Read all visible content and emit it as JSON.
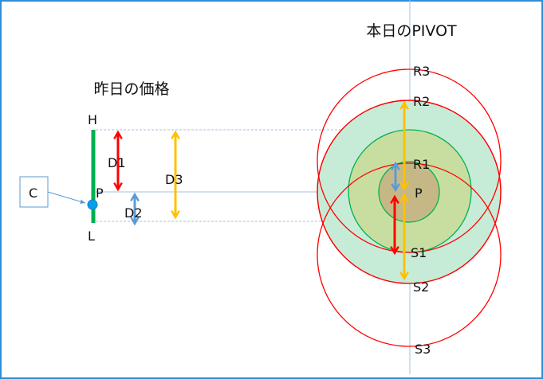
{
  "titles": {
    "today": "本日のPIVOT",
    "yesterday": "昨日の価格"
  },
  "yesterday_labels": {
    "high": "H",
    "low": "L",
    "pivot": "P",
    "close": "C",
    "d1": "D1",
    "d2": "D2",
    "d3": "D3"
  },
  "pivot_labels": {
    "r3": "R3",
    "r2": "R2",
    "r1": "R1",
    "p": "P",
    "s1": "S1",
    "s2": "S2",
    "s3": "S3"
  },
  "colors": {
    "red": "#ff0000",
    "green": "#00b050",
    "blue": "#5b9bd5",
    "yellow": "#ffc000",
    "outer_fill": "#c6ecd8",
    "mid_fill": "#c8dea0",
    "inner_fill": "#c6b886"
  }
}
